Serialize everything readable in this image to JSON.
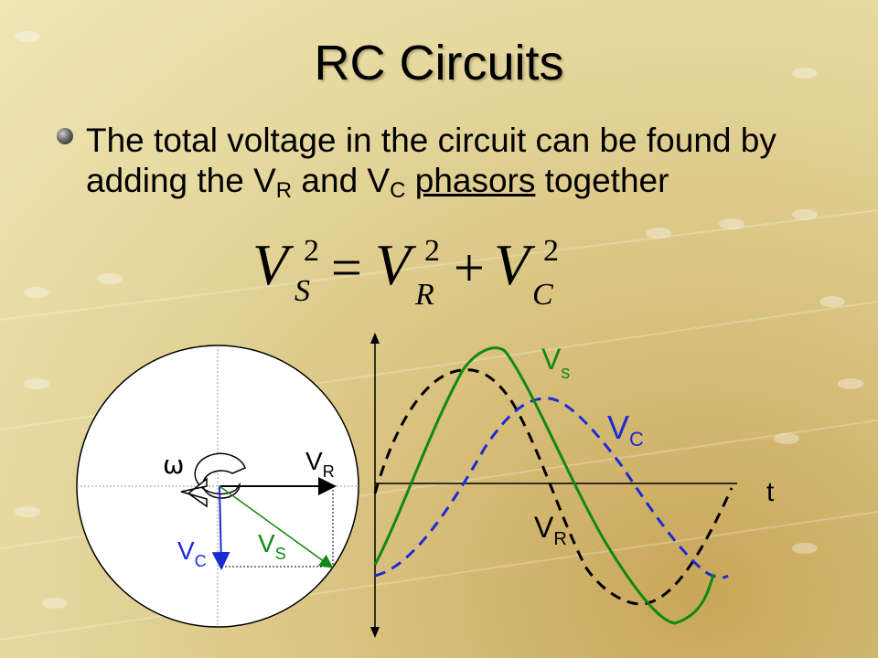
{
  "slide": {
    "title": "RC Circuits",
    "bullet": {
      "part1": "The total voltage in the circuit can be found by adding the V",
      "sub_r": "R",
      "part2": " and V",
      "sub_c": "C",
      "part3": " ",
      "link_word": "phasors",
      "part4": " together"
    },
    "equation": {
      "left": "V",
      "left_sub": "S",
      "left_sup": "2",
      "eq": "=",
      "t1": "V",
      "t1_sub": "R",
      "t1_sup": "2",
      "plus": "+",
      "t2": "V",
      "t2_sub": "C",
      "t2_sup": "2"
    }
  },
  "phasor": {
    "omega": "ω",
    "vr": "V",
    "vr_sub": "R",
    "vc": "V",
    "vc_sub": "C",
    "vs": "V",
    "vs_sub": "S"
  },
  "waves": {
    "label_vs": "V",
    "label_vs_sub": "s",
    "label_vc": "V",
    "label_vc_sub": "C",
    "label_vr": "V",
    "label_vr_sub": "R",
    "axis_t": "t"
  },
  "colors": {
    "vs": "#118811",
    "vc": "#1a2bd6",
    "vr": "#000000"
  }
}
